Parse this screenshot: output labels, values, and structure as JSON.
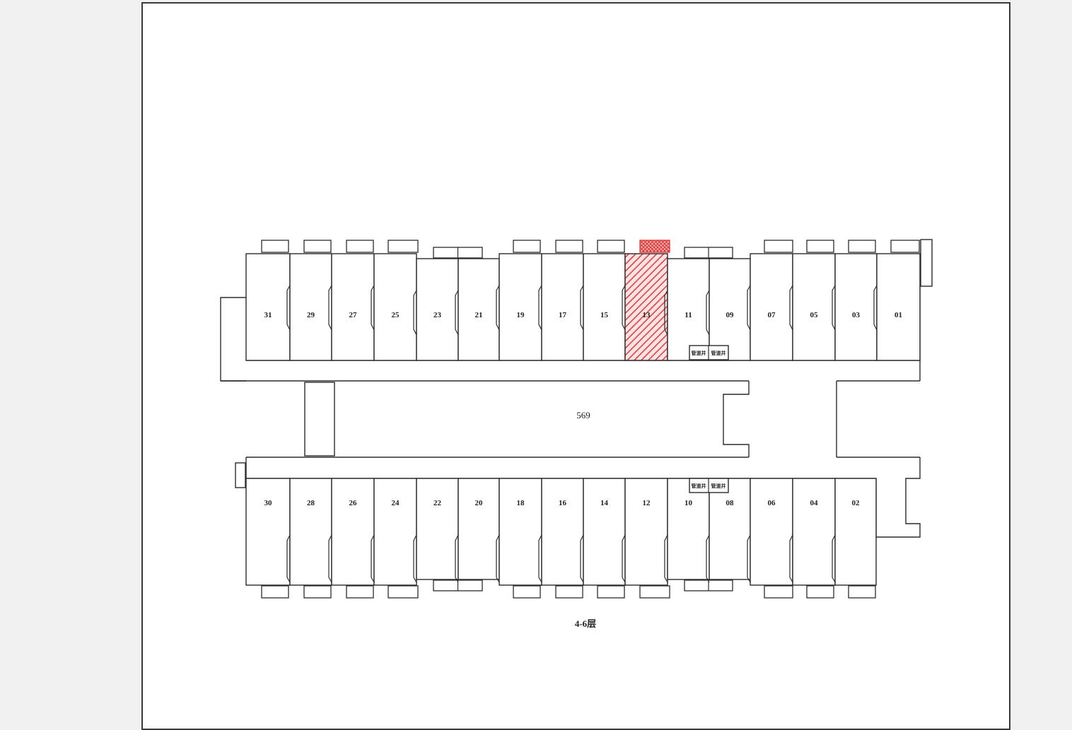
{
  "floor_label": "4-6层",
  "hall_label": "569",
  "shaft_label": "管道井",
  "top_units": [
    "31",
    "29",
    "27",
    "25",
    "23",
    "21",
    "19",
    "17",
    "15",
    "13",
    "11",
    "09",
    "07",
    "05",
    "03",
    "01"
  ],
  "bottom_units": [
    "30",
    "28",
    "26",
    "24",
    "22",
    "20",
    "18",
    "16",
    "14",
    "12",
    "10",
    "08",
    "06",
    "04",
    "02"
  ],
  "highlighted_unit": "13",
  "colors": {
    "line": "#2b2b2b",
    "highlight": "#e03a3a",
    "page": "#ffffff",
    "background": "#f1f1f1"
  }
}
